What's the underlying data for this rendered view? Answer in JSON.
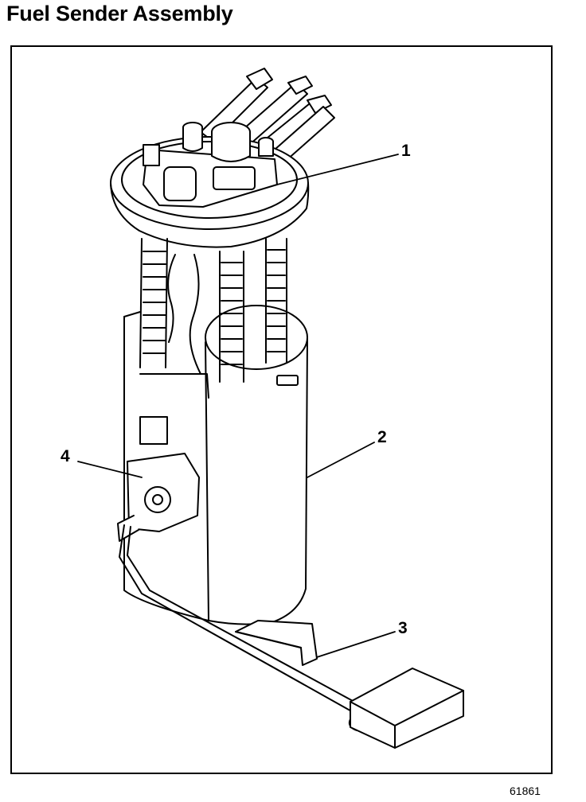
{
  "title": "Fuel Sender Assembly",
  "callouts": [
    "1",
    "2",
    "3",
    "4"
  ],
  "figure_id": "61861"
}
